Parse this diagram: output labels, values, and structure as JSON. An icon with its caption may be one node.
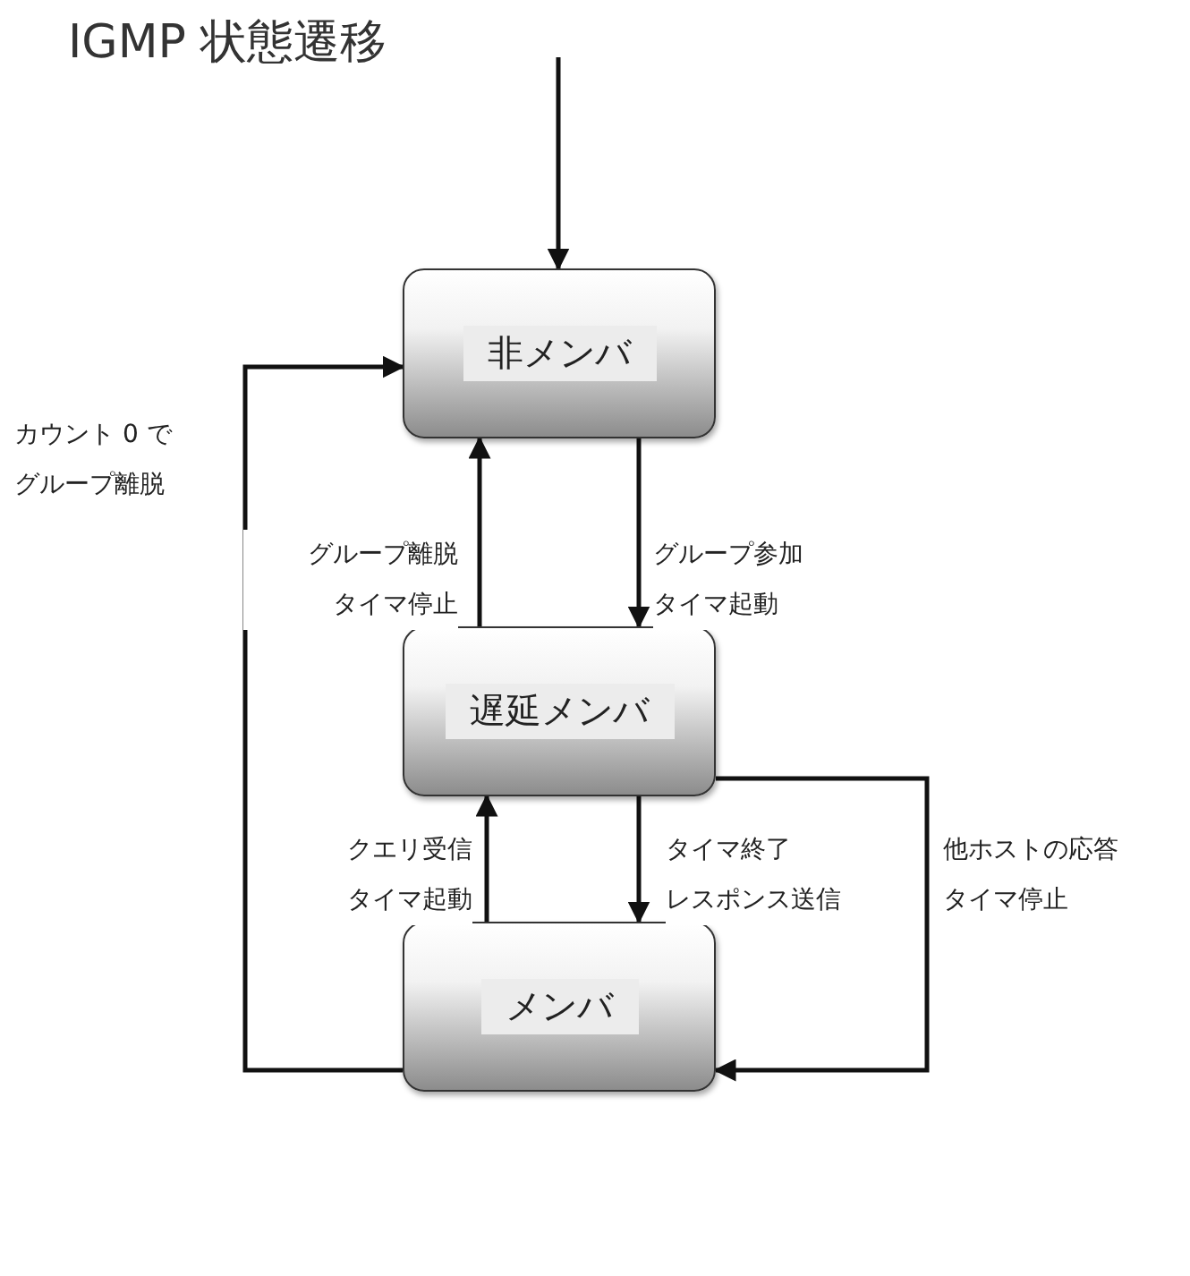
{
  "diagram": {
    "title": "IGMP 状態遷移",
    "nodes": [
      {
        "text": [
          "非メンバ"
        ]
      },
      {
        "text": [
          "遅延メンバ"
        ]
      },
      {
        "text": [
          "メンバ"
        ]
      }
    ],
    "edges": [
      {
        "from": null,
        "to": 0,
        "arrow": "to"
      },
      {
        "from": 0,
        "to": 1,
        "arrow": "to",
        "label": "グループ参加タイマ起動"
      },
      {
        "from": 1,
        "to": 0,
        "arrow": "to",
        "label": "グループ離脱タイマ停止"
      },
      {
        "from": 1,
        "to": 2,
        "arrow": "to",
        "label": "タイマ終了レスポンス送信"
      },
      {
        "from": 2,
        "to": 1,
        "arrow": "to",
        "label": "クエリ受信タイマ起動"
      },
      {
        "from": 1,
        "to": 2,
        "arrow": "to",
        "label": "他ホストの応答タイマ停止"
      },
      {
        "from": 2,
        "to": 0,
        "arrow": "to",
        "label": "カウント 0 でグループ離脱"
      }
    ]
  }
}
